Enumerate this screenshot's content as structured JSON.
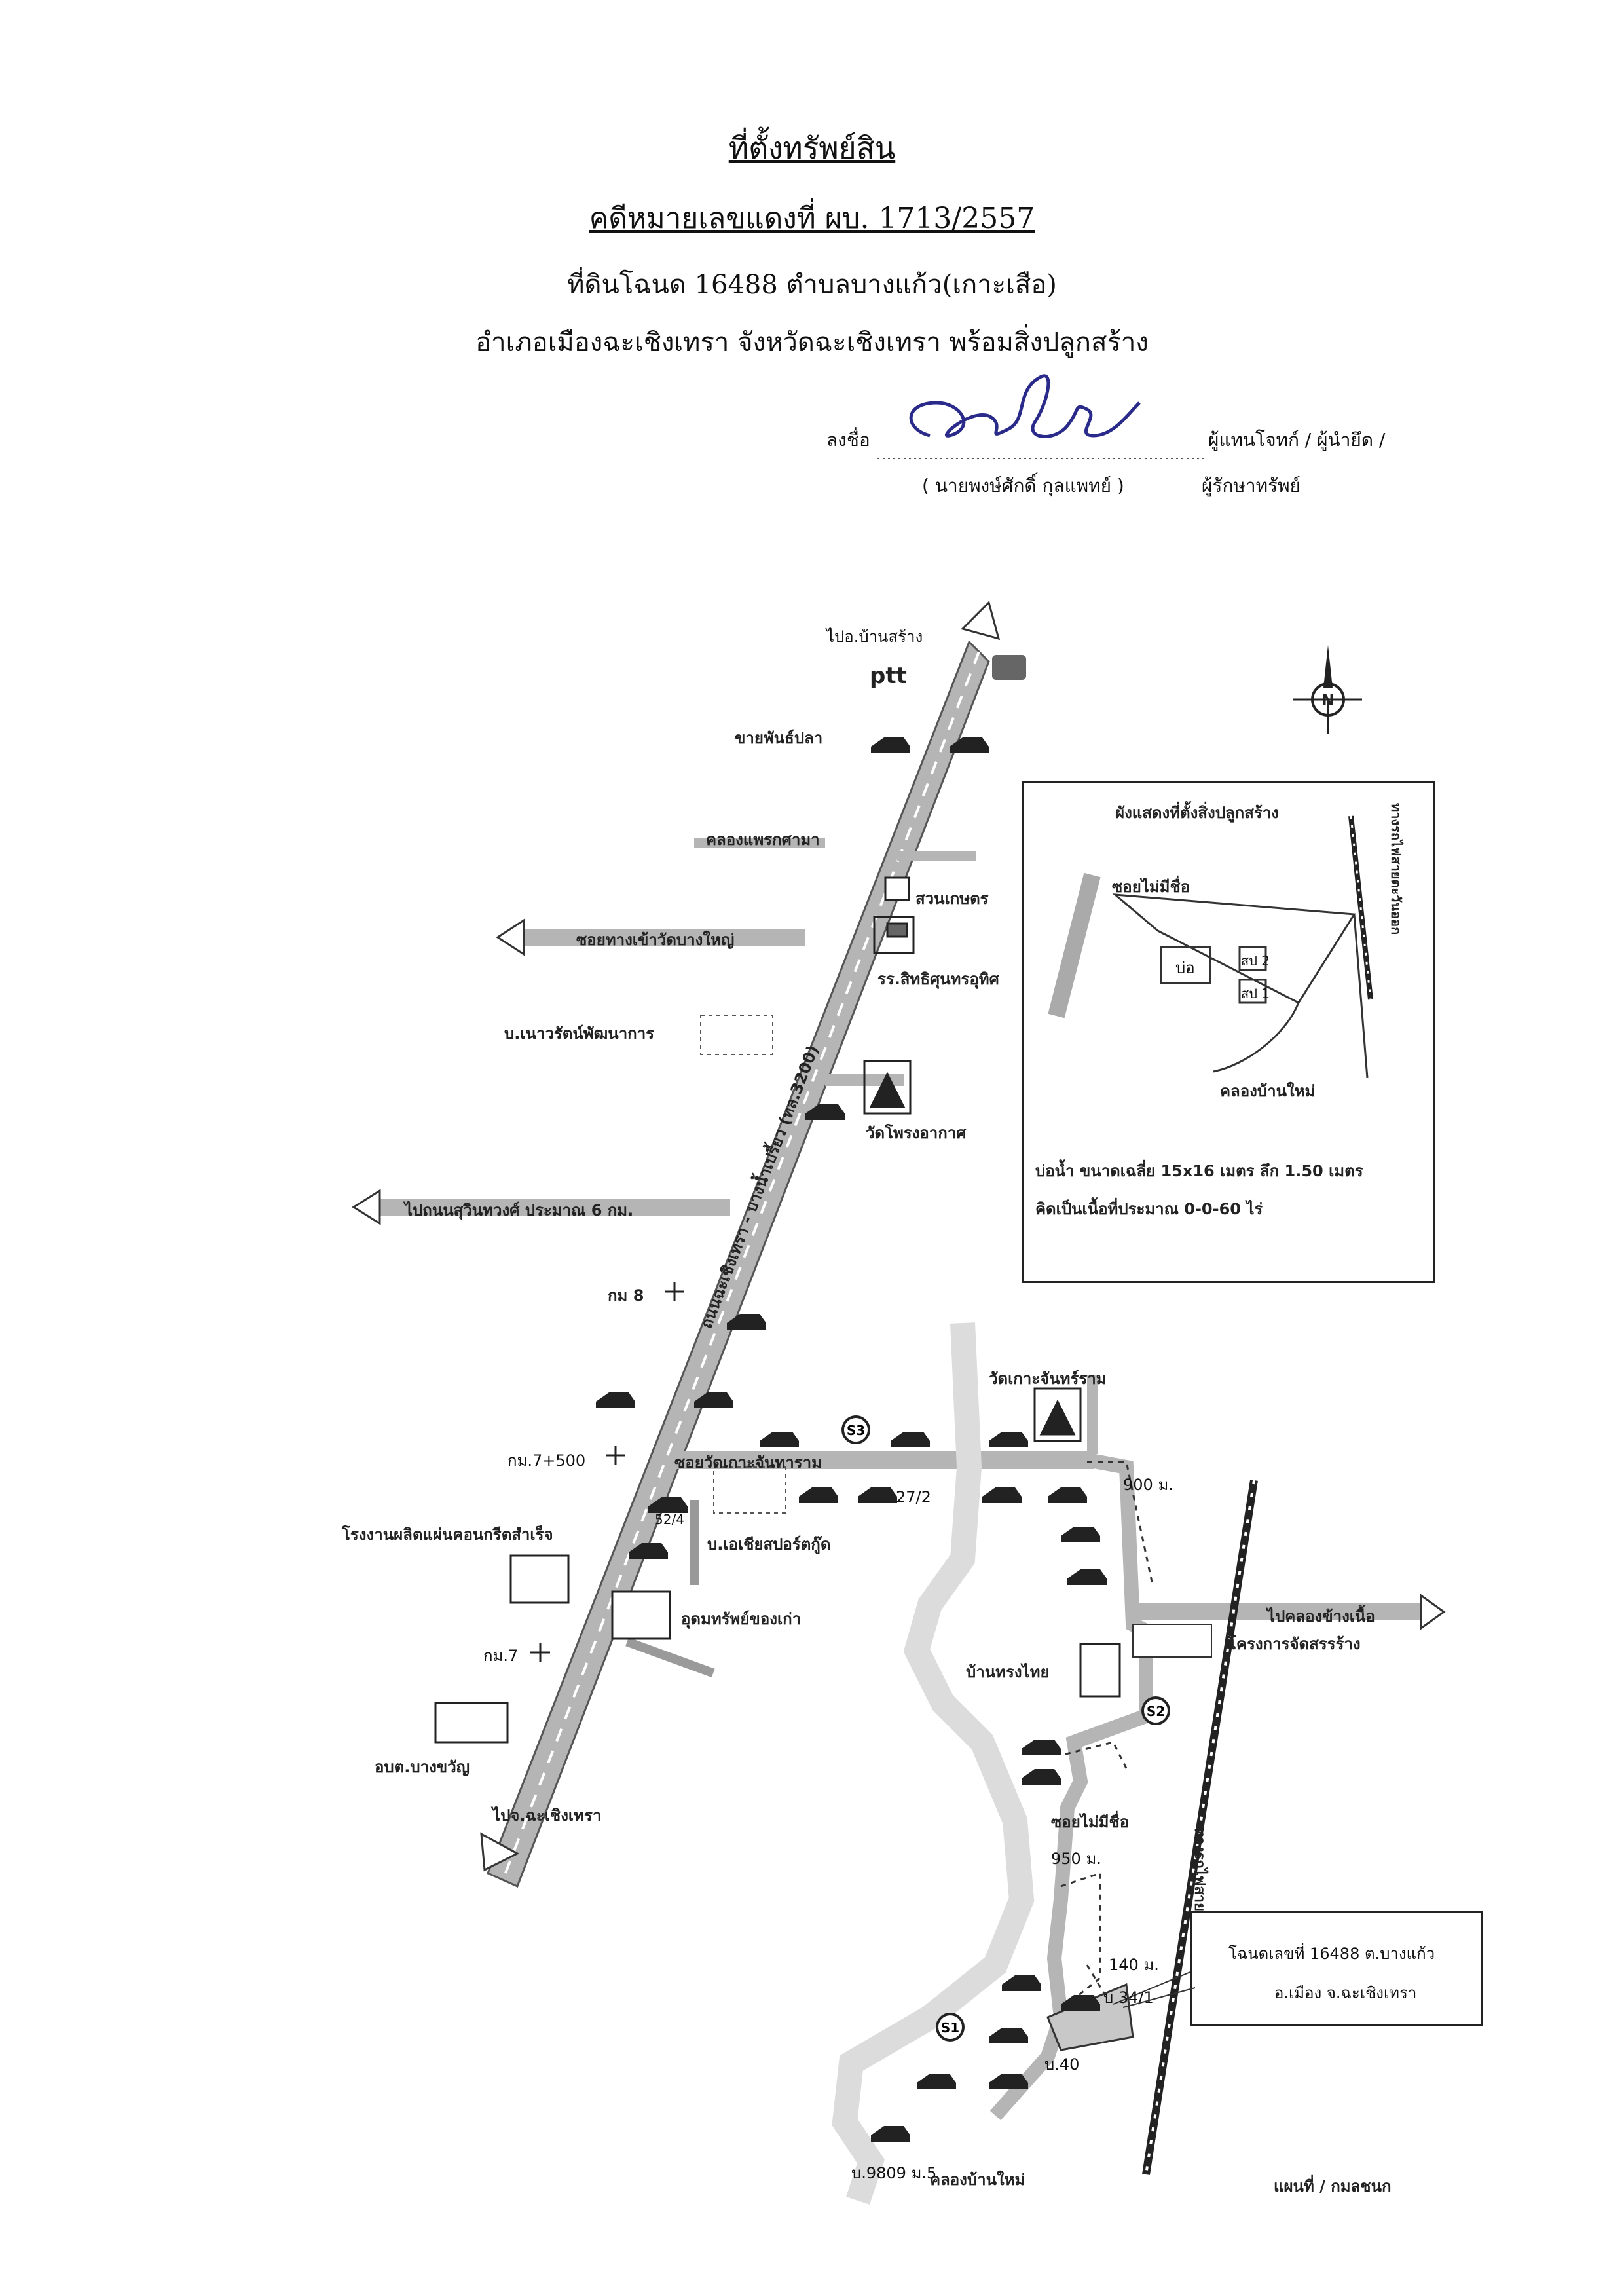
{
  "header": {
    "title": "ที่ตั้งทรัพย์สิน",
    "case_number": "คดีหมายเลขแดงที่  ผบ. 1713/2557",
    "land_line": "ที่ดินโฉนด  16488   ตำบลบางแก้ว(เกาะเสือ)",
    "district_line": "อำเภอเมืองฉะเชิงเทรา  จังหวัดฉะเชิงเทรา    พร้อมสิ่งปลูกสร้าง"
  },
  "signature": {
    "sign_label": "ลงชื่อ",
    "role_line1": "ผู้แทนโจทก์ / ผู้นำยึด /",
    "name_line": "(  นายพงษ์ศักดิ์  กุลแพทย์  )",
    "role_line2": "ผู้รักษาทรัพย์"
  },
  "map_labels": {
    "to_ban_sang": "ไปอ.บ้านสร้าง",
    "ptt": "ptt",
    "fish_shop": "ขายพันธ์ปลา",
    "khlong_phraek": "คลองแพรกศามา",
    "suan_kaset": "สวนเกษตร",
    "soi_wat_bang_yai": "ซอยทางเข้าวัดบางใหญ่",
    "school": "รร.สิทธิศุนทรอุทิศ",
    "company_naowarat": "บ.เนาวรัตน์พัฒนาการ",
    "road_name": "ถนนฉะเชิงเทรา - บางน้ำเปรี้ยว (ทล.3200)",
    "wat_phrong": "วัดโพรงอากาศ",
    "to_suwinthawong": "ไปถนนสุวินทวงศ์ ประมาณ 6 กม.",
    "km8": "กม 8",
    "wat_ko_chan": "วัดเกาะจันทร์ราม",
    "km7_500": "กม.7+500",
    "soi_wat_ko": "ซอยวัดเกาะจันทาราม",
    "s3": "S3",
    "s2": "S2",
    "s1": "S1",
    "dist_900": "900 ม.",
    "house_27_2": "27/2",
    "house_52_4": "52/4",
    "concrete_factory": "โรงงานผลิตแผ่นคอนกรีตสำเร็จ",
    "asia_sport": "บ.เอเชียสปอร์ตกู๊ด",
    "antique_shop": "อุดมทรัพย์ของเก่า",
    "km7": "กม.7",
    "obt": "อบต.บางขวัญ",
    "to_chachoengsao": "ไปจ.ฉะเชิงเทรา",
    "to_khlong": "ไปคลองข้างเนื้อ",
    "housing_project": "โครงการจัดสรรร้าง",
    "ban_song_thai": "บ้านทรงไทย",
    "soi_no_name": "ซอยไม่มีชื่อ",
    "dist_950": "950 ม.",
    "dist_140": "140 ม.",
    "house_34_1": "บ 34/1",
    "house_40": "บ.40",
    "house_9809": "บ.9809 ม.5",
    "khlong_ban_mai": "คลองบ้านใหม่",
    "power_line": "ทางรถไฟสายตะวันออก",
    "map_source": "แผนที่ / กมลชนก",
    "compass": "N"
  },
  "inset": {
    "title": "ผังแสดงที่ตั้งสิ่งปลูกสร้าง",
    "soi": "ซอยไม่มีชื่อ",
    "pond": "บ่อ",
    "sp2": "สป 2",
    "sp1": "สป 1",
    "canal": "คลองบ้านใหม่",
    "rail": "ทางรถไฟสายตะวันออก",
    "note1": "บ่อน้ำ  ขนาดเฉลี่ย 15x16 เมตร ลึก 1.50 เมตร",
    "note2": "คิดเป็นเนื้อที่ประมาณ 0-0-60 ไร่"
  },
  "deed_box": {
    "line1": "โฉนดเลขที่  16488   ต.บางแก้ว",
    "line2": "อ.เมือง   จ.ฉะเชิงเทรา"
  }
}
